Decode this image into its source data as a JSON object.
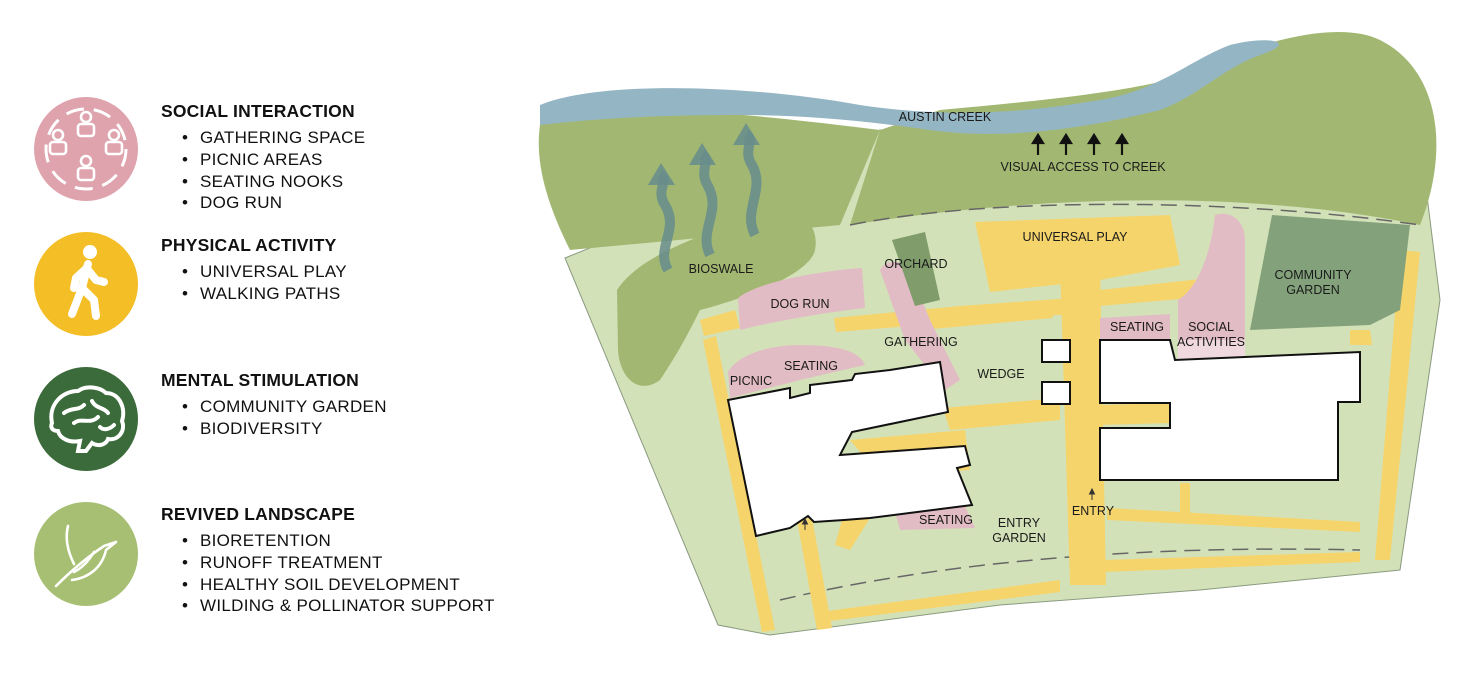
{
  "legend": [
    {
      "title": "SOCIAL INTERACTION",
      "color": "#dfa3ad",
      "icon": "people-group-icon",
      "items": [
        "GATHERING SPACE",
        "PICNIC AREAS",
        "SEATING NOOKS",
        "DOG RUN"
      ]
    },
    {
      "title": "PHYSICAL ACTIVITY",
      "color": "#f3be26",
      "icon": "walking-person-icon",
      "items": [
        "UNIVERSAL PLAY",
        "WALKING PATHS"
      ]
    },
    {
      "title": "MENTAL STIMULATION",
      "color": "#3b6b3a",
      "icon": "brain-icon",
      "items": [
        "COMMUNITY GARDEN",
        "BIODIVERSITY"
      ]
    },
    {
      "title": "REVIVED LANDSCAPE",
      "color": "#a6bf72",
      "icon": "bird-leaf-icon",
      "items": [
        "BIORETENTION",
        "RUNOFF TREATMENT",
        "HEALTHY SOIL DEVELOPMENT",
        "WILDING & POLLINATOR SUPPORT"
      ]
    }
  ],
  "map": {
    "creek": "AUSTIN CREEK",
    "visual_access": "VISUAL ACCESS TO CREEK",
    "bioswale": "BIOSWALE",
    "orchard": "ORCHARD",
    "universal_play": "UNIVERSAL PLAY",
    "community_garden": [
      "COMMUNITY",
      "GARDEN"
    ],
    "dog_run": "DOG RUN",
    "gathering": "GATHERING",
    "seating_west": "SEATING",
    "picnic": "PICNIC",
    "wedge": "WEDGE",
    "seating_east": "SEATING",
    "social_activities": [
      "SOCIAL",
      "ACTIVITIES"
    ],
    "seating_south": "SEATING",
    "entry_garden": [
      "ENTRY",
      "GARDEN"
    ],
    "entry": "ENTRY"
  },
  "colors": {
    "creek": "#94b5c3",
    "dark_green": "#a2b872",
    "light_green": "#d3e1b8",
    "yellow": "#f6d46c",
    "pink": "#e2bcc5",
    "orchard": "#7f9c6a",
    "garden": "#83a27c",
    "building": "#ffffff"
  }
}
